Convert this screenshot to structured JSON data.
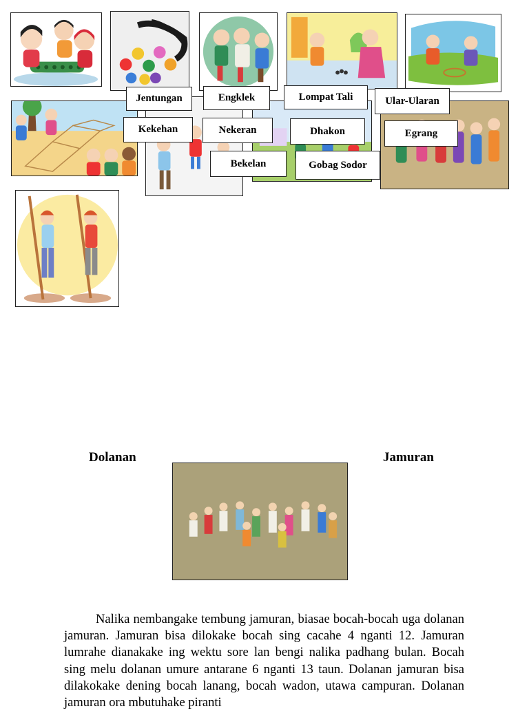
{
  "labels": {
    "jentungan": "Jentungan",
    "engklek": "Engklek",
    "lompat_tali": "Lompat Tali",
    "ular_ularan": "Ular-Ularan",
    "kekehan": "Kekehan",
    "nekeran": "Nekeran",
    "dhakon": "Dhakon",
    "egrang": "Egrang",
    "bekelan": "Bekelan",
    "gobag_sodor": "Gobag Sodor"
  },
  "headings": {
    "left": "Dolanan",
    "right": "Jamuran"
  },
  "paragraph": "Nalika nembangake tembung jamuran, biasae bocah-bocah uga dolanan jamuran. Jamuran bisa dilokake bocah sing cacahe 4 nganti 12. Jamuran lumrahe dianakake ing wektu sore lan bengi nalika padhang bulan. Bocah sing melu dolanan umure antarane 6 nganti 13 taun. Dolanan jamuran bisa dilakokake dening bocah lanang, bocah wadon, utawa campuran. Dolanan jamuran ora mbutuhake piranti"
}
